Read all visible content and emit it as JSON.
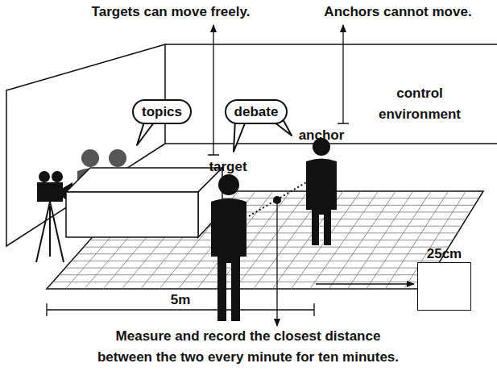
{
  "diagram": {
    "nodes": [
      {
        "text": [
          "topics"
        ]
      },
      {
        "text": [
          "debate"
        ]
      },
      {
        "text": [
          "25cm"
        ]
      }
    ],
    "labels": [
      "Targets can move freely.",
      "Anchors cannot move.",
      "control environment",
      "target",
      "anchor",
      "5m",
      "Measure and record the closest distance between the two every minute for ten minutes."
    ]
  }
}
